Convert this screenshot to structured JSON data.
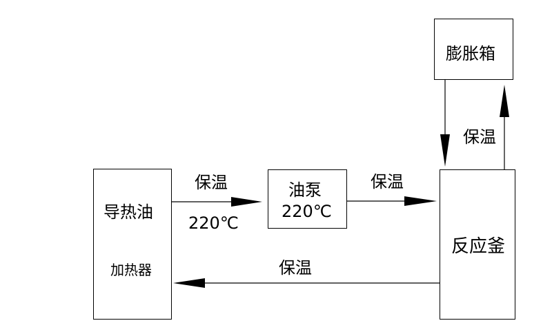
{
  "nodes": {
    "heater_line1": "导热油",
    "heater_line2": "加热器",
    "pump_line1": "油泵",
    "pump_line2": "220℃",
    "reactor": "反应釜",
    "expansion_tank": "膨胀箱"
  },
  "edges": {
    "heater_to_pump_label": "保温",
    "heater_to_pump_temp": "220℃",
    "pump_to_reactor_label": "保温",
    "reactor_to_heater_label": "保温",
    "expansion_label": "保温"
  }
}
